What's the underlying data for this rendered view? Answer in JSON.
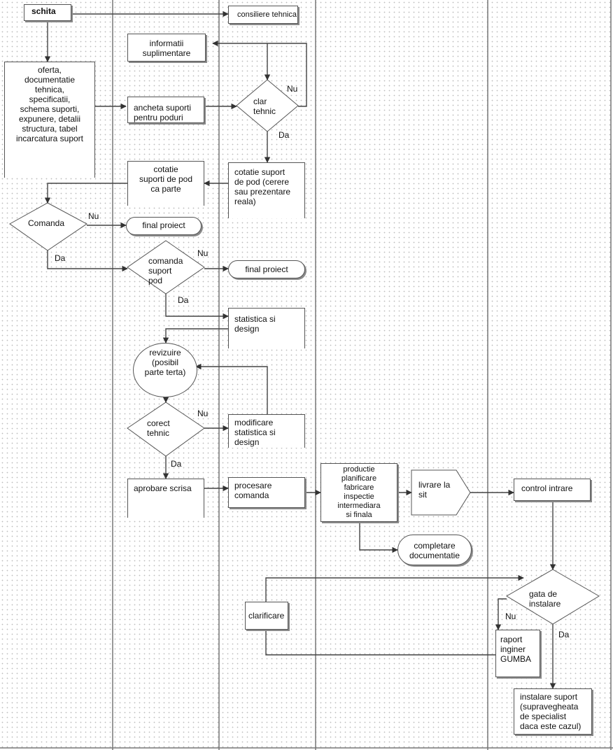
{
  "nodes": {
    "schita": "schita",
    "consiliere": "consiliere tehnica",
    "oferta": "oferta,\ndocumentatie\ntehnica,\nspecificatii,\nschema suporti,\nexpunere, detalii\nstructura, tabel\nincarcatura suport",
    "informatii": "informatii\nsuplimentare",
    "ancheta": "ancheta suporti\npentru poduri",
    "clar": "clar\ntehnic",
    "cotatie_parte": "cotatie\nsuporti de pod\nca parte",
    "cotatie_suport": "cotatie suport\nde pod (cerere\nsau prezentare\nreala)",
    "comanda": "Comanda",
    "final1": "final proiect",
    "comanda_suport": "comanda\nsuport\npod",
    "final2": "final proiect",
    "statistica": "statistica si\ndesign",
    "revizuire": "revizuire\n(posibil\nparte terta)",
    "corect": "corect\ntehnic",
    "modificare": "modificare\nstatistica si\ndesign",
    "aprobare": "aprobare scrisa",
    "procesare": "procesare\ncomanda",
    "productie": "productie\nplanificare\nfabricare\ninspectie\nintermediara\nsi finala",
    "livrare": "livrare la\nsit",
    "control": "control intrare",
    "completare": "completare\ndocumentatie",
    "gata": "gata de\ninstalare",
    "clarificare": "clarificare",
    "raport": "raport\ninginer\nGUMBA",
    "instalare": "instalare  suport\n(supravegheata\nde specialist\ndaca este cazul)"
  },
  "labels": {
    "nu_clar": "Nu",
    "da_clar": "Da",
    "nu_comanda": "Nu",
    "da_comanda": "Da",
    "nu_suport": "Nu",
    "da_suport": "Da",
    "nu_corect": "Nu",
    "da_corect": "Da",
    "nu_gata": "Nu",
    "da_gata": "Da"
  }
}
